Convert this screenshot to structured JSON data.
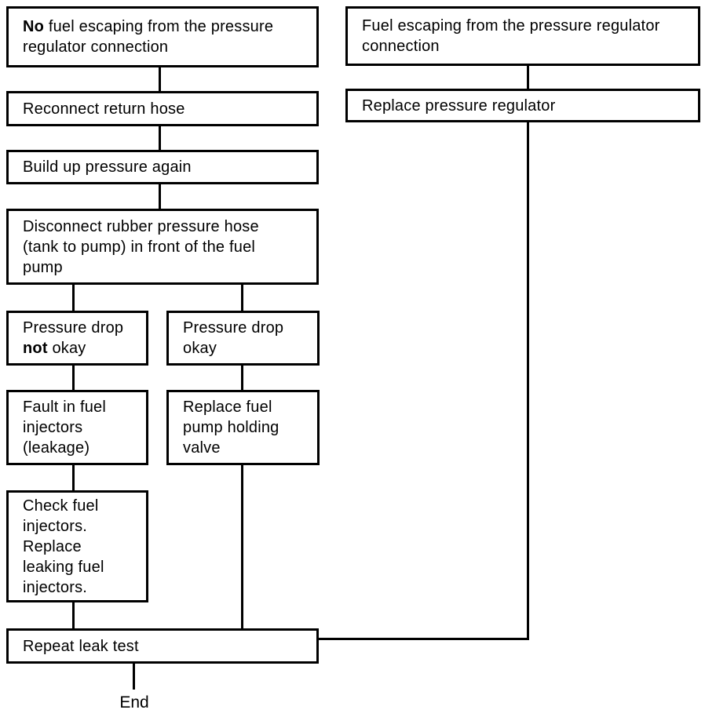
{
  "colors": {
    "line": "#000000",
    "background": "#ffffff",
    "text": "#000000"
  },
  "nodes": {
    "no_fuel": {
      "bold": "No",
      "rest": " fuel escaping from the pressure\nregulator connection"
    },
    "reconnect": {
      "text": "Reconnect return hose"
    },
    "build_up": {
      "text": "Build up pressure again"
    },
    "disconnect": {
      "text": "Disconnect rubber pressure hose\n(tank to pump) in front of the fuel\npump"
    },
    "drop_not_okay": {
      "pre": "Pressure drop\n",
      "bold": "not",
      "post": " okay"
    },
    "drop_okay": {
      "text": "Pressure drop\nokay"
    },
    "fault_injectors": {
      "text": "Fault in fuel\ninjectors\n(leakage)"
    },
    "replace_valve": {
      "text": "Replace fuel\npump holding\nvalve"
    },
    "check_injectors": {
      "text": "Check fuel\ninjectors.\nReplace\nleaking fuel\ninjectors."
    },
    "repeat_test": {
      "text": "Repeat leak test"
    },
    "fuel_escaping": {
      "text": "Fuel escaping from the pressure regulator\nconnection"
    },
    "replace_regulator": {
      "text": "Replace pressure regulator"
    },
    "end": {
      "text": "End"
    }
  },
  "edges": [
    {
      "from": "no_fuel",
      "to": "reconnect"
    },
    {
      "from": "reconnect",
      "to": "build_up"
    },
    {
      "from": "build_up",
      "to": "disconnect"
    },
    {
      "from": "disconnect",
      "to": "drop_not_okay"
    },
    {
      "from": "disconnect",
      "to": "drop_okay"
    },
    {
      "from": "drop_not_okay",
      "to": "fault_injectors"
    },
    {
      "from": "drop_okay",
      "to": "replace_valve"
    },
    {
      "from": "fault_injectors",
      "to": "check_injectors"
    },
    {
      "from": "check_injectors",
      "to": "repeat_test"
    },
    {
      "from": "replace_valve",
      "to": "repeat_test"
    },
    {
      "from": "fuel_escaping",
      "to": "replace_regulator"
    },
    {
      "from": "replace_regulator",
      "to": "repeat_test"
    },
    {
      "from": "repeat_test",
      "to": "end"
    }
  ]
}
